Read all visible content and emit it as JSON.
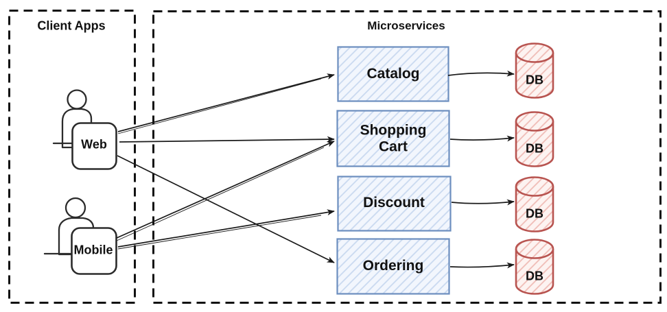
{
  "zones": {
    "client_apps": {
      "label": "Client Apps"
    },
    "microservices": {
      "label": "Microservices"
    }
  },
  "clients": [
    {
      "id": "web",
      "label": "Web"
    },
    {
      "id": "mobile",
      "label": "Mobile"
    }
  ],
  "services": [
    {
      "id": "catalog",
      "label": "Catalog"
    },
    {
      "id": "shopping-cart",
      "label": "Shopping Cart"
    },
    {
      "id": "discount",
      "label": "Discount"
    },
    {
      "id": "ordering",
      "label": "Ordering"
    }
  ],
  "databases": [
    {
      "for": "catalog",
      "label": "DB"
    },
    {
      "for": "shopping-cart",
      "label": "DB"
    },
    {
      "for": "discount",
      "label": "DB"
    },
    {
      "for": "ordering",
      "label": "DB"
    }
  ],
  "connections": [
    {
      "from": "web",
      "to": "catalog"
    },
    {
      "from": "web",
      "to": "shopping-cart"
    },
    {
      "from": "web",
      "to": "ordering"
    },
    {
      "from": "mobile",
      "to": "shopping-cart"
    },
    {
      "from": "mobile",
      "to": "discount"
    },
    {
      "from": "catalog",
      "to": "catalog-db"
    },
    {
      "from": "shopping-cart",
      "to": "shopping-cart-db"
    },
    {
      "from": "discount",
      "to": "discount-db"
    },
    {
      "from": "ordering",
      "to": "ordering-db"
    }
  ],
  "colors": {
    "background": "#ffffff",
    "service_fill": "#f2f6fd",
    "service_hatch": "#c9d9f0",
    "service_border": "#6c8ebf",
    "db_fill": "#fdf3f1",
    "db_hatch": "#f0bcb6",
    "db_border": "#b85450",
    "line": "#1a1a1a",
    "text": "#111111"
  }
}
